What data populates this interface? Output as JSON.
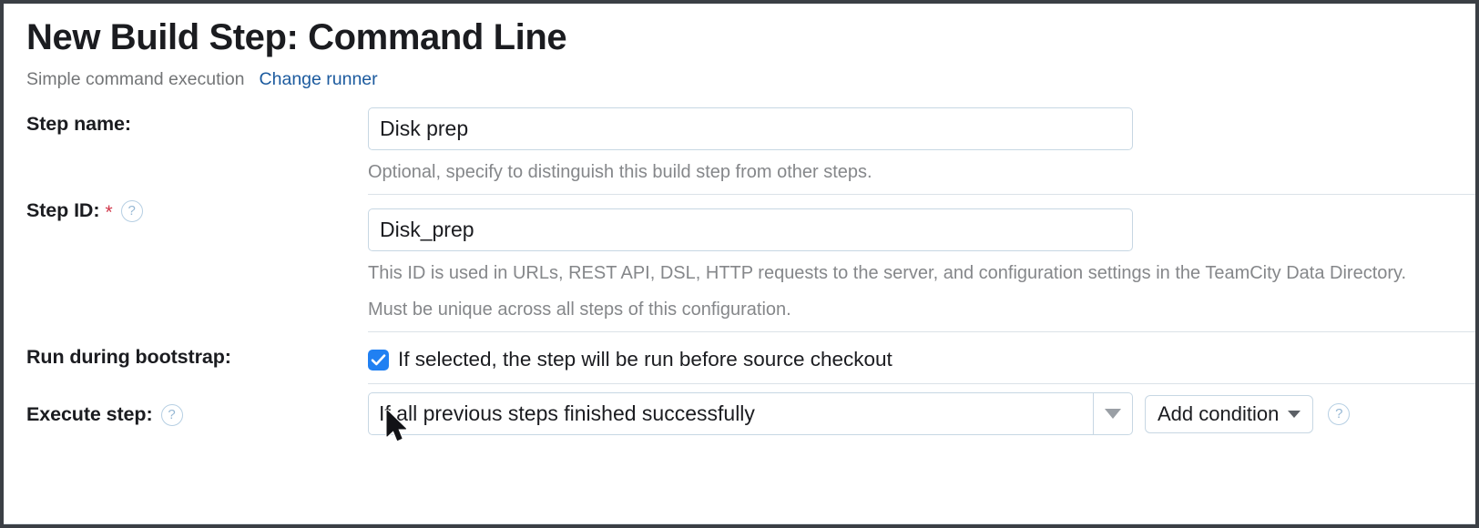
{
  "header": {
    "title": "New Build Step: Command Line",
    "subtitle": "Simple command execution",
    "change_runner_label": "Change runner"
  },
  "colors": {
    "link": "#1b5a9e",
    "checkbox_accent": "#2080f2",
    "required_star": "#d1374b",
    "border": "#c7d7e3",
    "hint_text": "#85878a"
  },
  "form": {
    "step_name": {
      "label": "Step name:",
      "value": "Disk prep",
      "placeholder": "",
      "hint": "Optional, specify to distinguish this build step from other steps."
    },
    "step_id": {
      "label": "Step ID:",
      "required_marker": "*",
      "help_glyph": "?",
      "value": "Disk_prep",
      "placeholder": "",
      "hint": "This ID is used in URLs, REST API, DSL, HTTP requests to the server, and configuration settings in the TeamCity Data Directory. Must be unique across all steps of this configuration."
    },
    "run_during_bootstrap": {
      "label": "Run during bootstrap:",
      "checkbox_label": "If selected, the step will be run before source checkout",
      "checked": true
    },
    "execute_step": {
      "label": "Execute step:",
      "help_glyph": "?",
      "selected_option": "If all previous steps finished successfully",
      "add_condition_label": "Add condition",
      "trailing_help_glyph": "?"
    }
  }
}
